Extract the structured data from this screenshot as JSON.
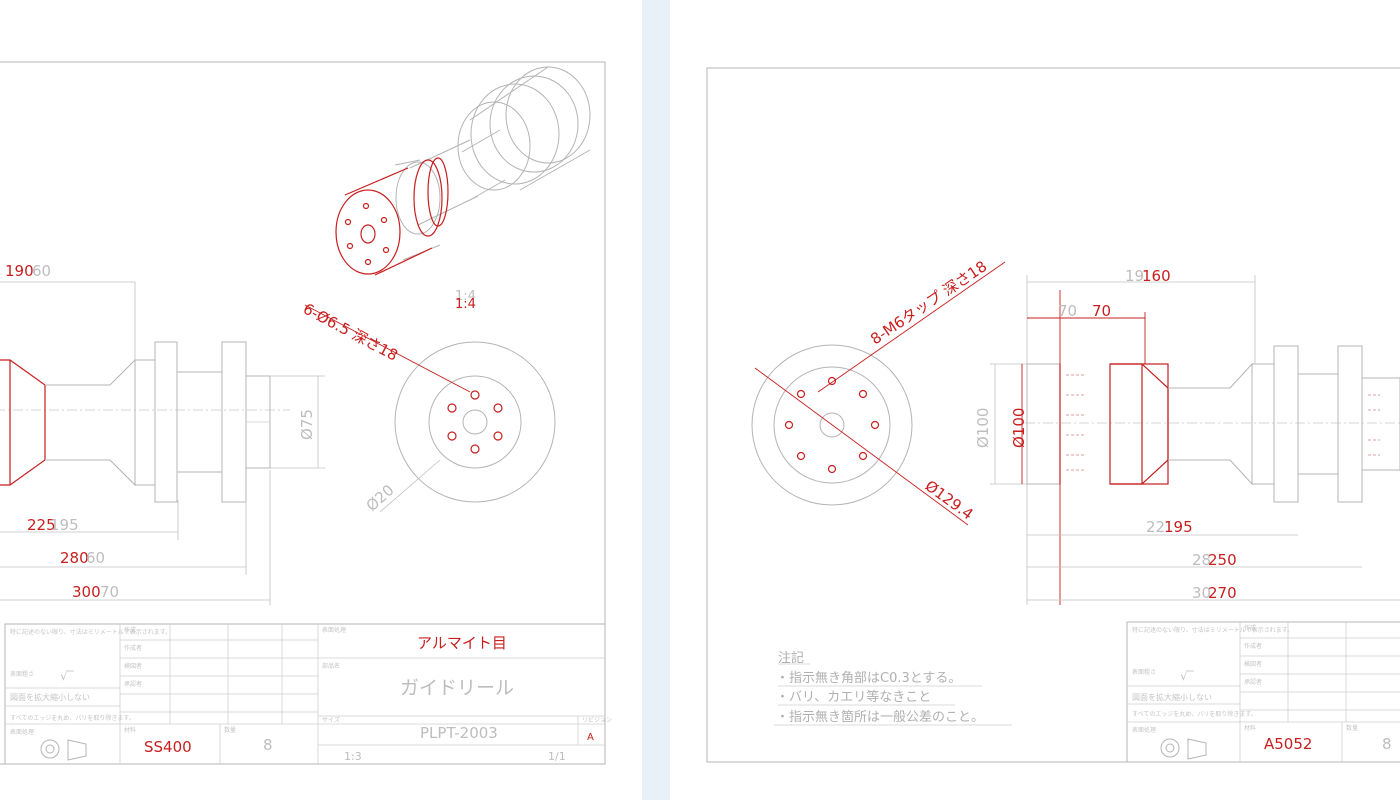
{
  "left_sheet": {
    "dims": {
      "len1_new": "190",
      "len1_old": "60",
      "len2_new": "225",
      "len2_old": "195",
      "len3_new": "280",
      "len3_old": "60",
      "len4_new": "300",
      "len4_old": "70",
      "dia75": "Ø75",
      "dia20": "Ø20"
    },
    "hole_callout": "6-Ø6.5 深さ18",
    "iso_scale": "1:4",
    "title_block": {
      "title_old": "アルマイト目",
      "part_name": "ガイドリール",
      "drawing_number": "PLPT-2003",
      "material": "SS400",
      "quantity": "8",
      "scale": "1:3",
      "sheet": "1/1",
      "revision": "A",
      "enlarge_note": "図面を拡大縮小しない"
    }
  },
  "right_sheet": {
    "dims": {
      "len1_old": "19",
      "len1_new": "160",
      "len2_old": "70",
      "len2_new": "70",
      "len3_old": "22",
      "len3_new": "195",
      "len4_old": "28",
      "len4_new": "250",
      "len5_old": "30",
      "len5_new": "270",
      "dia100_old": "Ø100",
      "dia100_new": "Ø100",
      "dia129": "Ø129.4"
    },
    "tap_callout": "8-M6タップ 深さ18",
    "notes": {
      "heading": "注記",
      "line1": "・指示無き角部はC0.3とする。",
      "line2": "・バリ、カエリ等なきこと",
      "line3": "・指示無き箇所は一般公差のこと。"
    },
    "title_block": {
      "material": "A5052",
      "quantity": "8",
      "enlarge_note": "図面を拡大縮小しない"
    }
  }
}
